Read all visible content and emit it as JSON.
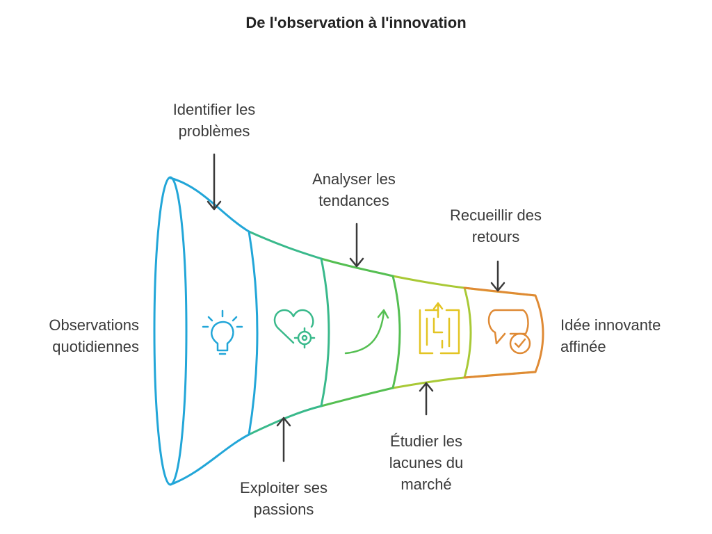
{
  "title": "De l'observation à l'innovation",
  "colors": {
    "seg1": "#22a6d8",
    "seg2": "#39b98b",
    "seg3": "#55bf52",
    "seg4": "#a9c936",
    "seg5": "#e3c422",
    "seg6": "#df8a35",
    "arrow": "#3a3a3a"
  },
  "icons": [
    "lightbulb-icon",
    "heart-gear-icon",
    "trend-arrow-icon",
    "maze-icon",
    "speech-bubble-check-icon"
  ],
  "labels": {
    "start": [
      "Observations",
      "quotidiennes"
    ],
    "end": [
      "Idée innovante",
      "affinée"
    ],
    "identify": [
      "Identifier les",
      "problèmes"
    ],
    "passions": [
      "Exploiter ses",
      "passions"
    ],
    "trends": [
      "Analyser les",
      "tendances"
    ],
    "gaps": [
      "Étudier les",
      "lacunes du",
      "marché"
    ],
    "feedback": [
      "Recueillir des",
      "retours"
    ]
  }
}
